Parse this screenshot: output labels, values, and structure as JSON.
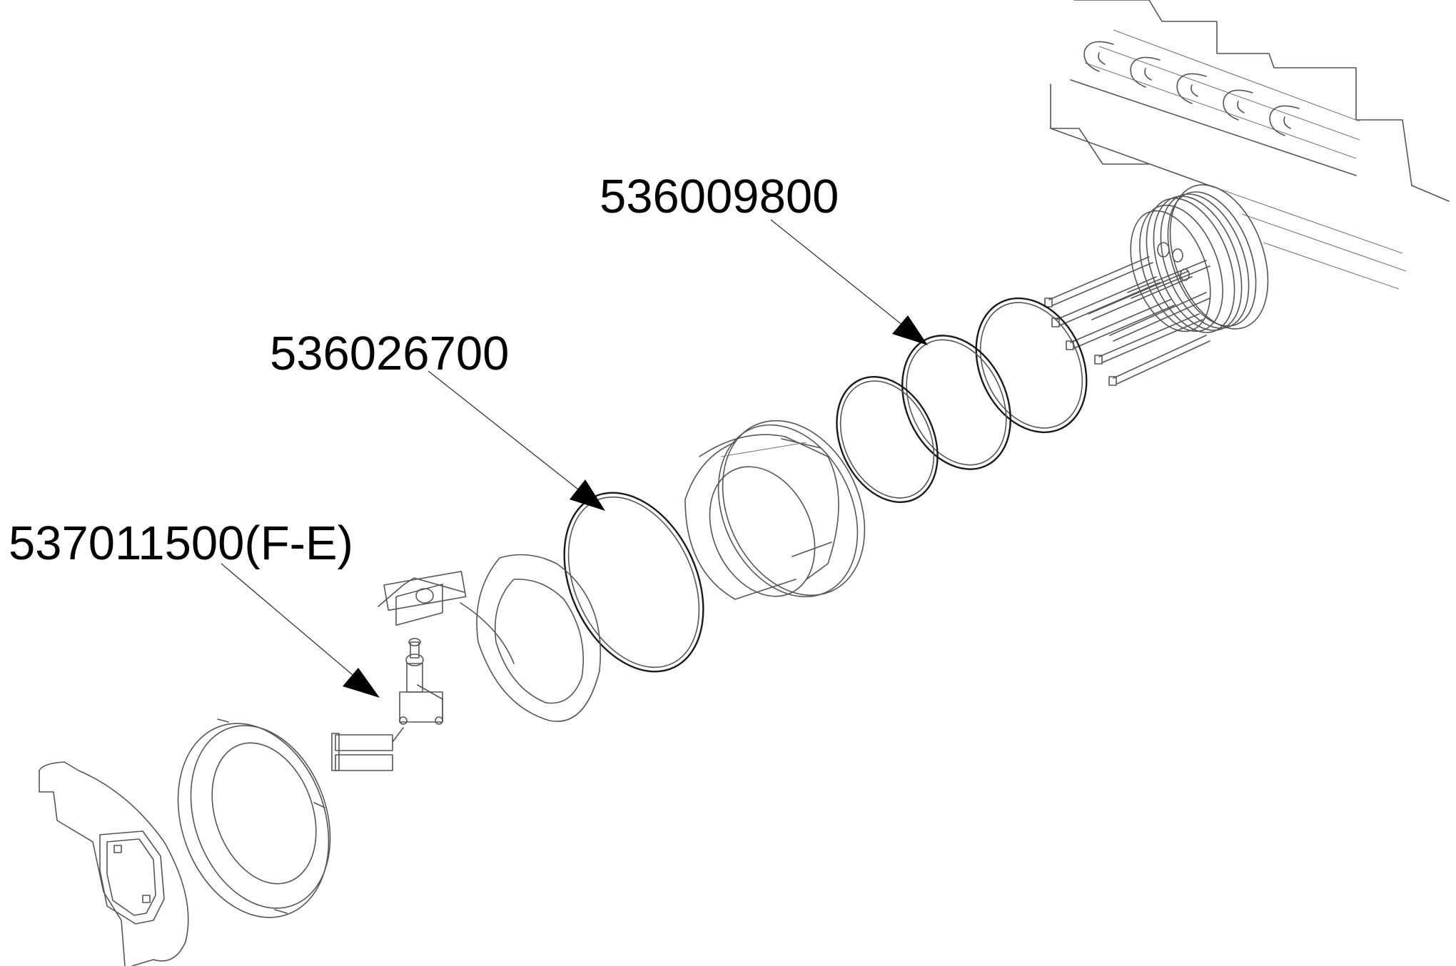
{
  "callouts": [
    {
      "id": "seal-ring-small",
      "label": "536009800"
    },
    {
      "id": "seal-ring-large",
      "label": "536026700"
    },
    {
      "id": "micro-switch",
      "label": "537011500(F-E)"
    }
  ],
  "colors": {
    "background": "#ffffff",
    "line": "#555555",
    "label": "#000000"
  }
}
